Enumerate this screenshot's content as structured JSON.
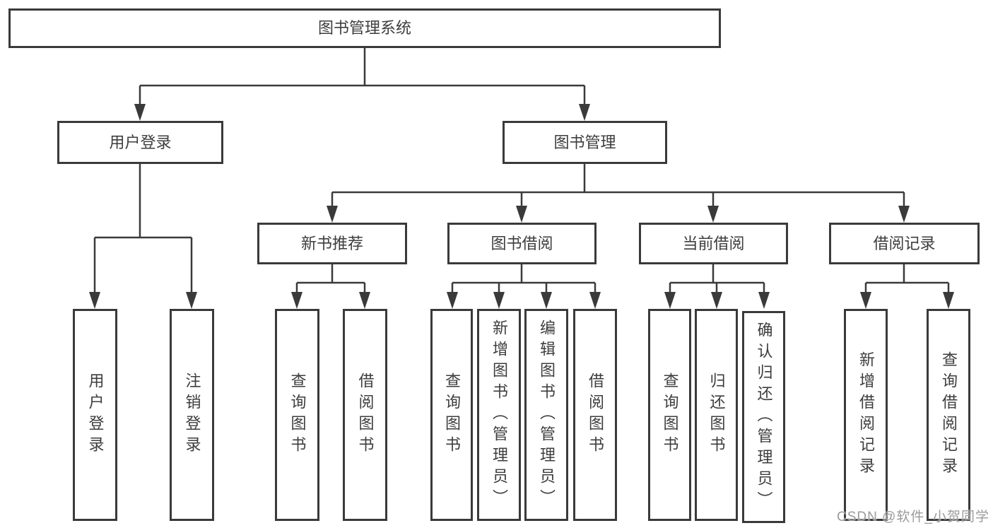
{
  "diagram": {
    "title": "图书管理系统",
    "level2": [
      "用户登录",
      "图书管理"
    ],
    "level3": [
      "新书推荐",
      "图书借阅",
      "当前借阅",
      "借阅记录"
    ],
    "leaves": {
      "login": [
        "用户登录",
        "注销登录"
      ],
      "recommend": [
        "查询图书",
        "借阅图书"
      ],
      "borrow": [
        "查询图书",
        "新增图书（管理员）",
        "编辑图书（管理员）",
        "借阅图书"
      ],
      "current": [
        "查询图书",
        "归还图书",
        "确认归还（管理员）"
      ],
      "records": [
        "新增借阅记录",
        "查询借阅记录"
      ]
    }
  },
  "watermark": {
    "text": "CSDN @软件_小贺同学",
    "color": "#9b9b9b"
  },
  "colors": {
    "line": "#3a3a3a",
    "box_border": "#3a3a3a",
    "text": "#3d3d3d",
    "background": "#ffffff"
  }
}
